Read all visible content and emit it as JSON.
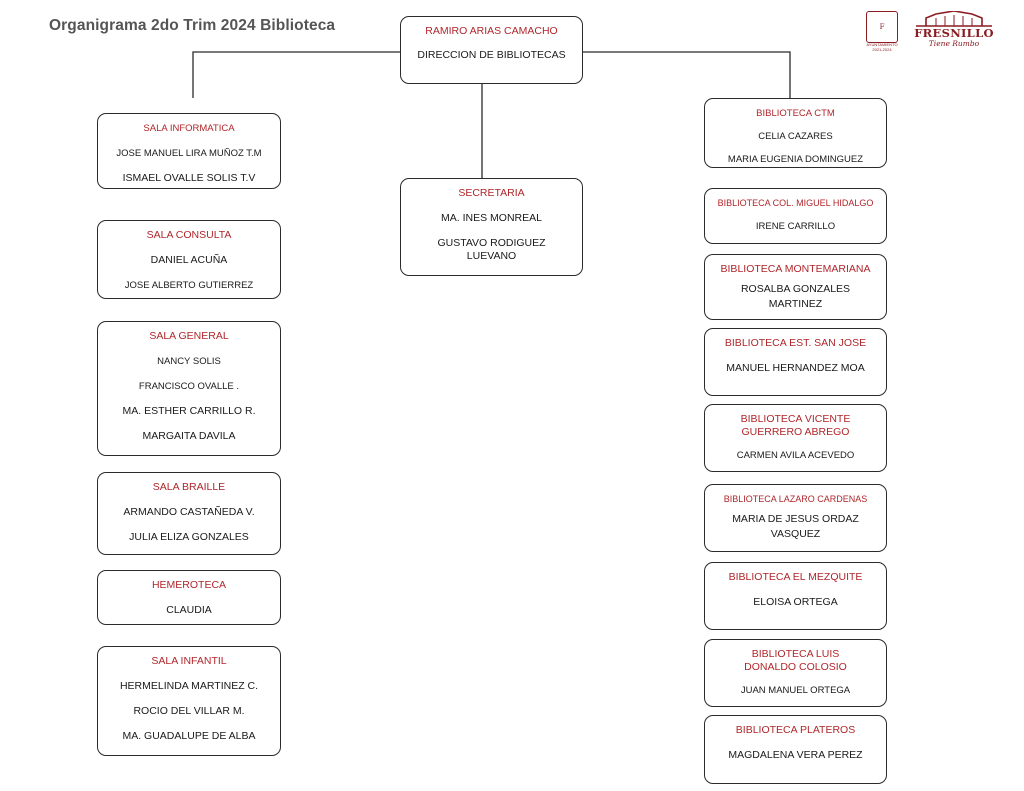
{
  "title": "Organigrama 2do Trim 2024 Biblioteca",
  "logos": {
    "seal_mark": "F",
    "seal_caption": [
      "AYUNTAMIENTO",
      "2021-2024"
    ],
    "brand_name": "FRESNILLO",
    "brand_tagline": "Tiene Rumbo"
  },
  "top": {
    "title": "RAMIRO ARIAS CAMACHO",
    "members": [
      "DIRECCION DE BIBLIOTECAS"
    ]
  },
  "secretaria": {
    "title": "SECRETARIA",
    "members": [
      "MA. INES MONREAL",
      "GUSTAVO RODIGUEZ LUEVANO"
    ]
  },
  "left_units": [
    {
      "title": "SALA INFORMATICA",
      "members": [
        "JOSE MANUEL LIRA MUÑOZ T.M",
        "ISMAEL OVALLE SOLIS T.V"
      ]
    },
    {
      "title": "SALA CONSULTA",
      "members": [
        "DANIEL ACUÑA",
        "JOSE ALBERTO GUTIERREZ"
      ]
    },
    {
      "title": "SALA GENERAL",
      "members": [
        "NANCY SOLIS",
        "FRANCISCO OVALLE .",
        "MA. ESTHER CARRILLO R.",
        "MARGAITA DAVILA"
      ]
    },
    {
      "title": "SALA BRAILLE",
      "members": [
        "ARMANDO CASTAÑEDA V.",
        "JULIA ELIZA GONZALES"
      ]
    },
    {
      "title": "HEMEROTECA",
      "members": [
        "CLAUDIA"
      ]
    },
    {
      "title": "SALA INFANTIL",
      "members": [
        "HERMELINDA MARTINEZ C.",
        "ROCIO DEL VILLAR M.",
        "MA. GUADALUPE DE ALBA"
      ]
    }
  ],
  "right_units": [
    {
      "title": "BIBLIOTECA CTM",
      "members": [
        "CELIA CAZARES",
        "MARIA EUGENIA DOMINGUEZ"
      ]
    },
    {
      "title": "BIBLIOTECA COL. MIGUEL HIDALGO",
      "members": [
        "IRENE CARRILLO"
      ]
    },
    {
      "title": "BIBLIOTECA MONTEMARIANA",
      "members": [
        "ROSALBA GONZALES MARTINEZ"
      ]
    },
    {
      "title": "BIBLIOTECA EST. SAN JOSE",
      "members": [
        "MANUEL HERNANDEZ MOA"
      ]
    },
    {
      "title": "BIBLIOTECA VICENTE GUERRERO ABREGO",
      "members": [
        "CARMEN AVILA ACEVEDO"
      ]
    },
    {
      "title": "BIBLIOTECA LAZARO CARDENAS",
      "members": [
        "MARIA DE JESUS ORDAZ VASQUEZ"
      ]
    },
    {
      "title": "BIBLIOTECA EL MEZQUITE",
      "members": [
        "ELOISA ORTEGA"
      ]
    },
    {
      "title": "BIBLIOTECA LUIS DONALDO COLOSIO",
      "members": [
        "JUAN MANUEL ORTEGA"
      ]
    },
    {
      "title": "BIBLIOTECA PLATEROS",
      "members": [
        "MAGDALENA VERA PEREZ"
      ]
    }
  ]
}
